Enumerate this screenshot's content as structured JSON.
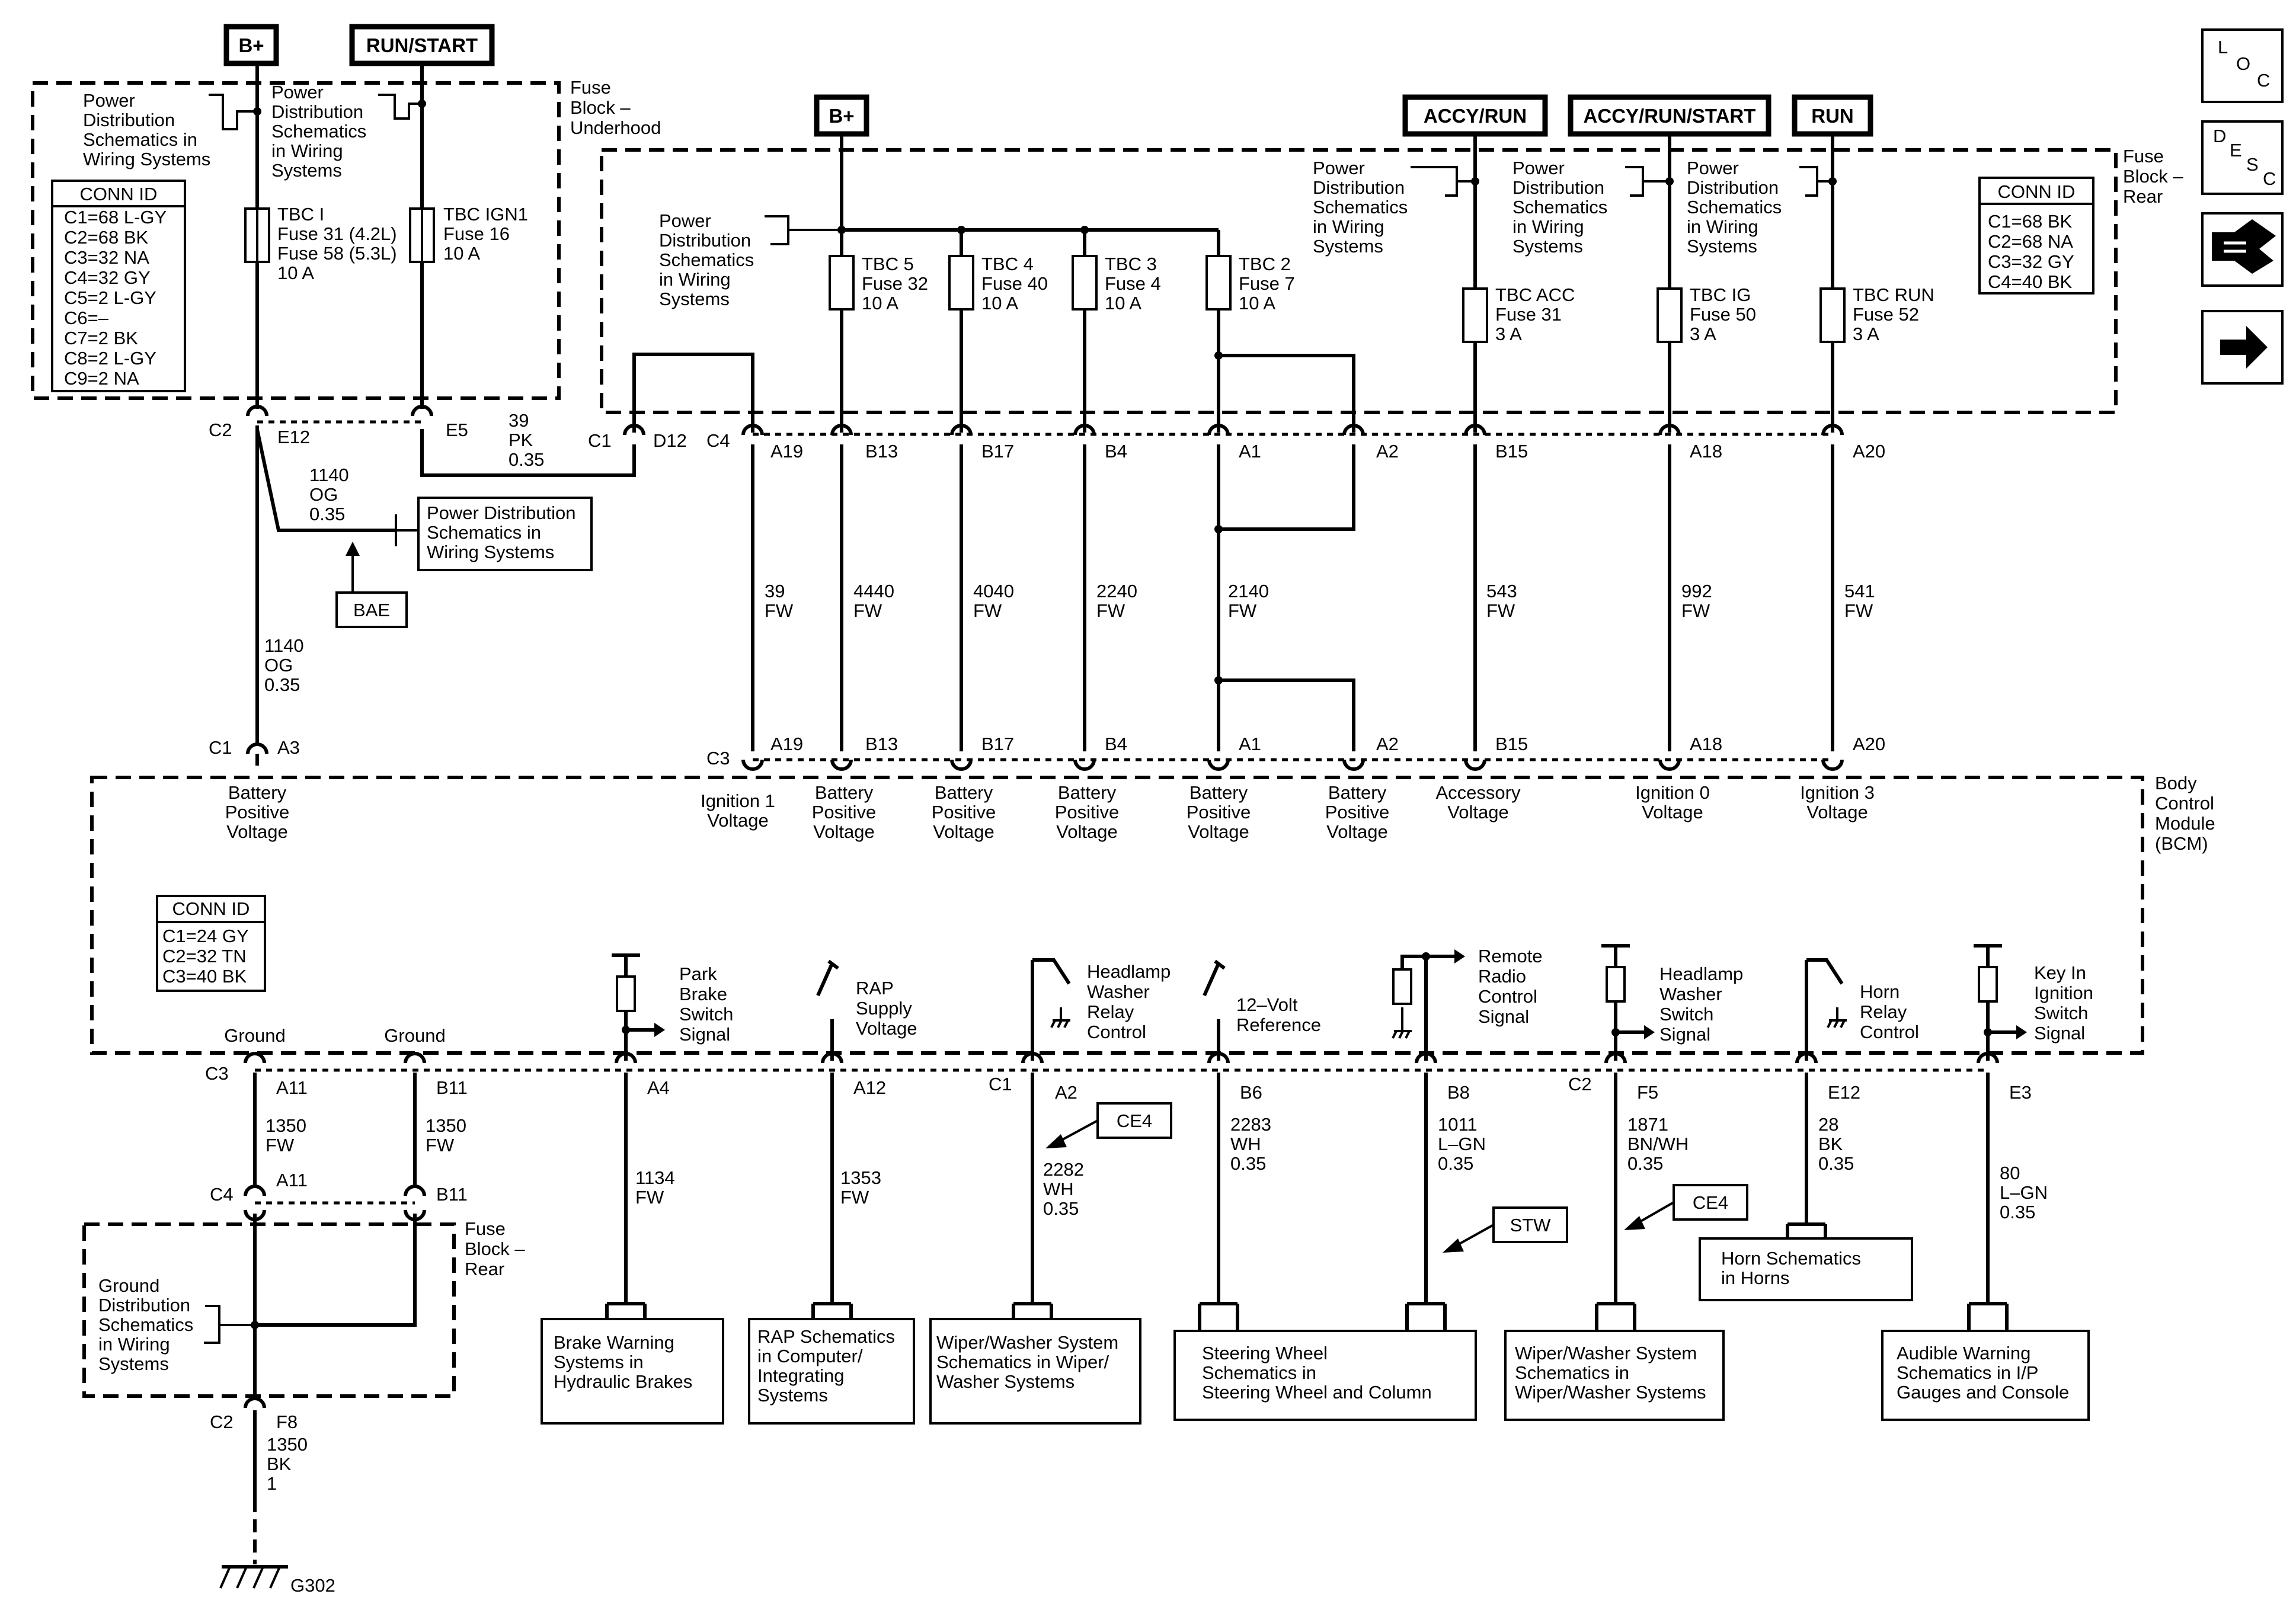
{
  "power_sources": {
    "b_plus_left": "B+",
    "run_start": "RUN/START",
    "b_plus_right": "B+",
    "accy_run": "ACCY/RUN",
    "accy_run_start": "ACCY/RUN/START",
    "run": "RUN"
  },
  "nav_icons": {
    "loc": [
      "L",
      "O",
      "C"
    ],
    "desc": [
      "D",
      "E",
      "S",
      "C"
    ]
  },
  "fuse_block_underhood": {
    "title": [
      "Fuse",
      "Block –",
      "Underhood"
    ],
    "pds_note_1": [
      "Power",
      "Distribution",
      "Schematics in",
      "Wiring Systems"
    ],
    "pds_note_2": [
      "Power",
      "Distribution",
      "Schematics",
      "in Wiring",
      "Systems"
    ],
    "conn_id_title": "CONN ID",
    "conn_id_rows": [
      "C1=68 L-GY",
      "C2=68 BK",
      "C3=32 NA",
      "C4=32 GY",
      "C5=2 L-GY",
      "C6=–",
      "C7=2 BK",
      "C8=2 L-GY",
      "C9=2 NA"
    ],
    "fuse_tbc_i": [
      "TBC I",
      "Fuse 31 (4.2L)",
      "Fuse 58 (5.3L)",
      "10 A"
    ],
    "fuse_tbc_ign1": [
      "TBC IGN1",
      "Fuse 16",
      "10 A"
    ]
  },
  "fuse_block_rear": {
    "title": [
      "Fuse",
      "Block –",
      "Rear"
    ],
    "pds_note_left": [
      "Power",
      "Distribution",
      "Schematics",
      "in Wiring",
      "Systems"
    ],
    "pds_note_acc": [
      "Power",
      "Distribution",
      "Schematics",
      "in Wiring",
      "Systems"
    ],
    "pds_note_ig": [
      "Power",
      "Distribution",
      "Schematics",
      "in Wiring",
      "Systems"
    ],
    "pds_note_run": [
      "Power",
      "Distribution",
      "Schematics",
      "in Wiring",
      "Systems"
    ],
    "conn_id_title": "CONN ID",
    "conn_id_rows": [
      "C1=68 BK",
      "C2=68 NA",
      "C3=32 GY",
      "C4=40 BK"
    ],
    "fuses": [
      [
        "TBC 5",
        "Fuse 32",
        "10 A"
      ],
      [
        "TBC 4",
        "Fuse 40",
        "10 A"
      ],
      [
        "TBC 3",
        "Fuse 4",
        "10 A"
      ],
      [
        "TBC 2",
        "Fuse 7",
        "10 A"
      ],
      [
        "TBC ACC",
        "Fuse 31",
        "3 A"
      ],
      [
        "TBC IG",
        "Fuse 50",
        "3 A"
      ],
      [
        "TBC RUN",
        "Fuse 52",
        "3 A"
      ]
    ]
  },
  "upper_connectors": {
    "c2": "C2",
    "e12": "E12",
    "e5": "E5",
    "c1": "C1",
    "d12": "D12",
    "c4": "C4",
    "pins": [
      "A19",
      "B13",
      "B17",
      "B4",
      "A1",
      "A2",
      "B15",
      "A18",
      "A20"
    ]
  },
  "upper_wires": {
    "w39pk": [
      "39",
      "PK",
      "0.35"
    ],
    "w1140_a": [
      "1140",
      "OG",
      "0.35"
    ],
    "w1140_b": [
      "1140",
      "OG",
      "0.35"
    ],
    "pds_box": [
      "Power Distribution",
      "Schematics in",
      "Wiring Systems"
    ],
    "bae": "BAE",
    "bcm_wires": [
      [
        "39",
        "FW"
      ],
      [
        "4440",
        "FW"
      ],
      [
        "4040",
        "FW"
      ],
      [
        "2240",
        "FW"
      ],
      [
        "2140",
        "FW"
      ],
      [
        "543",
        "FW"
      ],
      [
        "992",
        "FW"
      ],
      [
        "541",
        "FW"
      ]
    ]
  },
  "bcm": {
    "title": [
      "Body",
      "Control",
      "Module",
      "(BCM)"
    ],
    "c1": "C1",
    "a3": "A3",
    "c3": "C3",
    "pins": [
      "A19",
      "B13",
      "B17",
      "B4",
      "A1",
      "A2",
      "B15",
      "A18",
      "A20"
    ],
    "inputs": [
      [
        "Battery",
        "Positive",
        "Voltage"
      ],
      [
        "Ignition 1",
        "Voltage"
      ],
      [
        "Battery",
        "Positive",
        "Voltage"
      ],
      [
        "Battery",
        "Positive",
        "Voltage"
      ],
      [
        "Battery",
        "Positive",
        "Voltage"
      ],
      [
        "Battery",
        "Positive",
        "Voltage"
      ],
      [
        "Battery",
        "Positive",
        "Voltage"
      ],
      [
        "Accessory",
        "Voltage"
      ],
      [
        "Ignition 0",
        "Voltage"
      ],
      [
        "Ignition 3",
        "Voltage"
      ]
    ],
    "conn_id_title": "CONN ID",
    "conn_id_rows": [
      "C1=24 GY",
      "C2=32 TN",
      "C3=40 BK"
    ],
    "circuits": {
      "ground1": "Ground",
      "ground2": "Ground",
      "park_brake": [
        "Park",
        "Brake",
        "Switch",
        "Signal"
      ],
      "rap_supply": [
        "RAP",
        "Supply",
        "Voltage"
      ],
      "hl_washer_relay": [
        "Headlamp",
        "Washer",
        "Relay",
        "Control"
      ],
      "ref_12v": [
        "12–Volt",
        "Reference"
      ],
      "remote_radio": [
        "Remote",
        "Radio",
        "Control",
        "Signal"
      ],
      "hl_washer_switch": [
        "Headlamp",
        "Washer",
        "Switch",
        "Signal"
      ],
      "horn_relay": [
        "Horn",
        "Relay",
        "Control"
      ],
      "key_in": [
        "Key In",
        "Ignition",
        "Switch",
        "Signal"
      ]
    }
  },
  "lower_connectors": {
    "c3": "C3",
    "c1": "C1",
    "c2": "C2",
    "pins": [
      "A11",
      "B11",
      "A4",
      "A12",
      "A2",
      "B6",
      "B8",
      "F5",
      "E12",
      "E3"
    ],
    "c4": "C4",
    "c4_a11": "A11",
    "c4_b11": "B11",
    "c2_low": "C2",
    "f8": "F8"
  },
  "lower_wires": {
    "w1350_a": [
      "1350",
      "FW"
    ],
    "w1350_b": [
      "1350",
      "FW"
    ],
    "w1134": [
      "1134",
      "FW"
    ],
    "w1353": [
      "1353",
      "FW"
    ],
    "w2282": [
      "2282",
      "WH",
      "0.35"
    ],
    "w2283": [
      "2283",
      "WH",
      "0.35"
    ],
    "w1011": [
      "1011",
      "L–GN",
      "0.35"
    ],
    "w1871": [
      "1871",
      "BN/WH",
      "0.35"
    ],
    "w28": [
      "28",
      "BK",
      "0.35"
    ],
    "w80": [
      "80",
      "L–GN",
      "0.35"
    ],
    "w1350_bk": [
      "1350",
      "BK",
      "1"
    ],
    "ce4_a": "CE4",
    "ce4_b": "CE4",
    "stw": "STW"
  },
  "fuse_block_rear_lower": {
    "title": [
      "Fuse",
      "Block –",
      "Rear"
    ],
    "gds_note": [
      "Ground",
      "Distribution",
      "Schematics",
      "in Wiring",
      "Systems"
    ]
  },
  "ground_label": "G302",
  "references": {
    "brake": [
      "Brake Warning",
      "Systems in",
      "Hydraulic Brakes"
    ],
    "rap": [
      "RAP Schematics",
      "in Computer/",
      "Integrating",
      "Systems"
    ],
    "wiper1": [
      "Wiper/Washer System",
      "Schematics in Wiper/",
      "Washer Systems"
    ],
    "steering": [
      "Steering Wheel",
      "Schematics in",
      "Steering Wheel and Column"
    ],
    "wiper2": [
      "Wiper/Washer System",
      "Schematics in",
      "Wiper/Washer Systems"
    ],
    "horn": [
      "Horn Schematics",
      "in Horns"
    ],
    "audible": [
      "Audible Warning",
      "Schematics in I/P",
      "Gauges and Console"
    ]
  }
}
